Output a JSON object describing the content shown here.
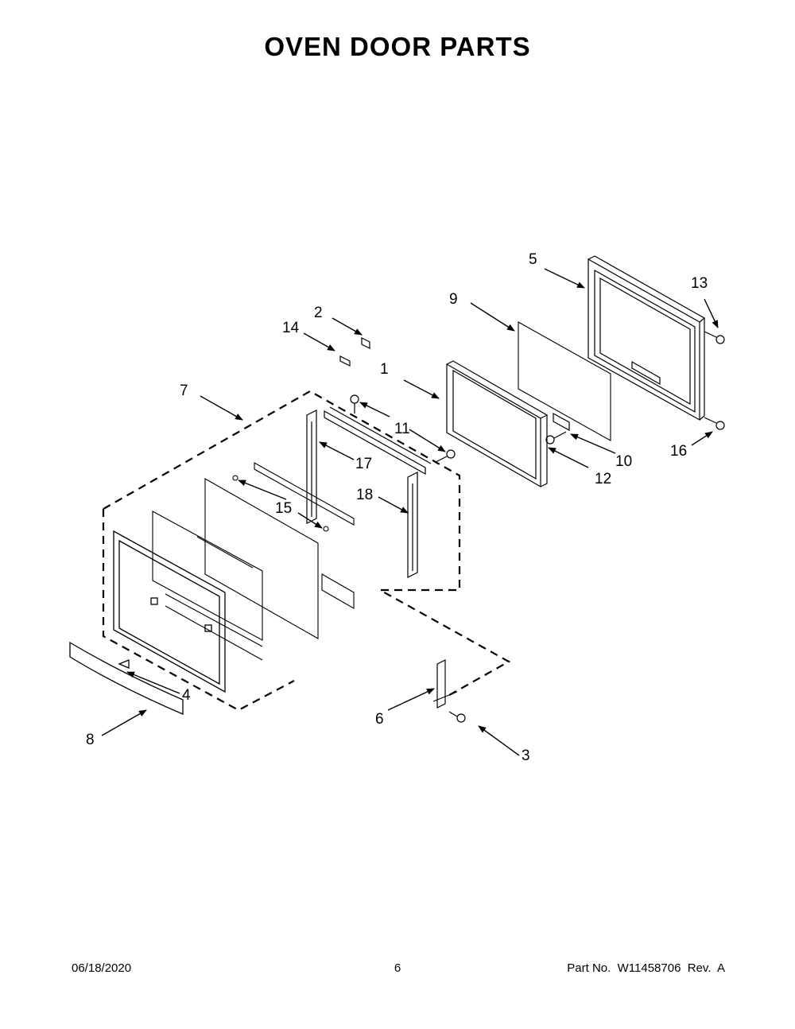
{
  "page": {
    "title": "OVEN DOOR PARTS"
  },
  "callouts": [
    {
      "id": "c1",
      "label": "1"
    },
    {
      "id": "c2",
      "label": "2"
    },
    {
      "id": "c3",
      "label": "3"
    },
    {
      "id": "c4",
      "label": "4"
    },
    {
      "id": "c5",
      "label": "5"
    },
    {
      "id": "c6",
      "label": "6"
    },
    {
      "id": "c7",
      "label": "7"
    },
    {
      "id": "c8",
      "label": "8"
    },
    {
      "id": "c9",
      "label": "9"
    },
    {
      "id": "c10",
      "label": "10"
    },
    {
      "id": "c11",
      "label": "11"
    },
    {
      "id": "c12",
      "label": "12"
    },
    {
      "id": "c13",
      "label": "13"
    },
    {
      "id": "c14",
      "label": "14"
    },
    {
      "id": "c15",
      "label": "15"
    },
    {
      "id": "c16",
      "label": "16"
    },
    {
      "id": "c17",
      "label": "17"
    },
    {
      "id": "c18",
      "label": "18"
    }
  ],
  "footer": {
    "date": "06/18/2020",
    "page_number": "6",
    "part_number": "Part No.  W11458706  Rev.  A"
  }
}
